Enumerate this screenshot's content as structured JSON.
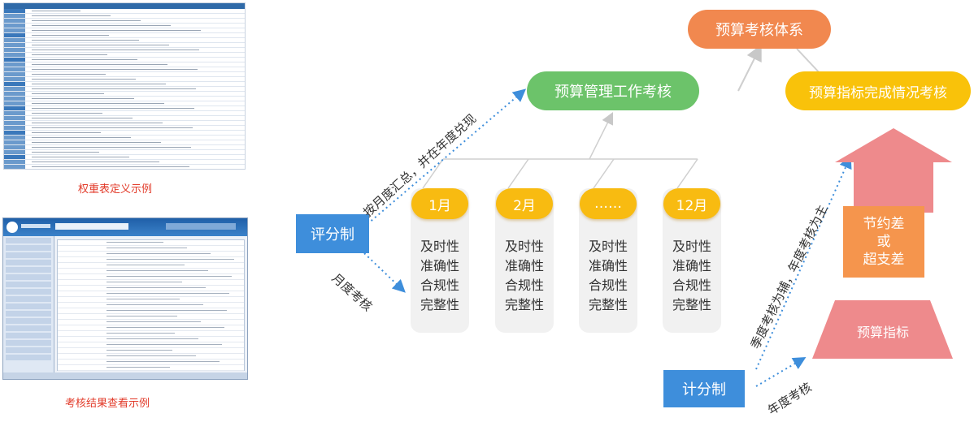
{
  "thumbnails": {
    "weight_caption": "权重表定义示例",
    "result_caption": "考核结果查看示例"
  },
  "nodes": {
    "scoring_system": "评分制",
    "points_system": "计分制",
    "mgmt_review": "预算管理工作考核",
    "review_system": "预算考核体系",
    "completion_review": "预算指标完成情况考核",
    "savings": [
      "节约差",
      "或",
      "超支差"
    ],
    "budget_indicator": "预算指标"
  },
  "months": [
    {
      "label": "1月",
      "items": [
        "及时性",
        "准确性",
        "合规性",
        "完整性"
      ]
    },
    {
      "label": "2月",
      "items": [
        "及时性",
        "准确性",
        "合规性",
        "完整性"
      ]
    },
    {
      "label": "……",
      "items": [
        "及时性",
        "准确性",
        "合规性",
        "完整性"
      ]
    },
    {
      "label": "12月",
      "items": [
        "及时性",
        "准确性",
        "合规性",
        "完整性"
      ]
    }
  ],
  "labels": {
    "monthly_summary": "按月度汇总，并在年度兑现",
    "monthly_review": "月度考核",
    "quarter_annual": "季度考核为辅，年度考核为主",
    "annual_review": "年度考核"
  },
  "colors": {
    "green": "#6cc36a",
    "orange": "#f1884f",
    "yellow": "#f9c20a",
    "blue": "#3e8edb",
    "pink": "#ee8a8c"
  }
}
